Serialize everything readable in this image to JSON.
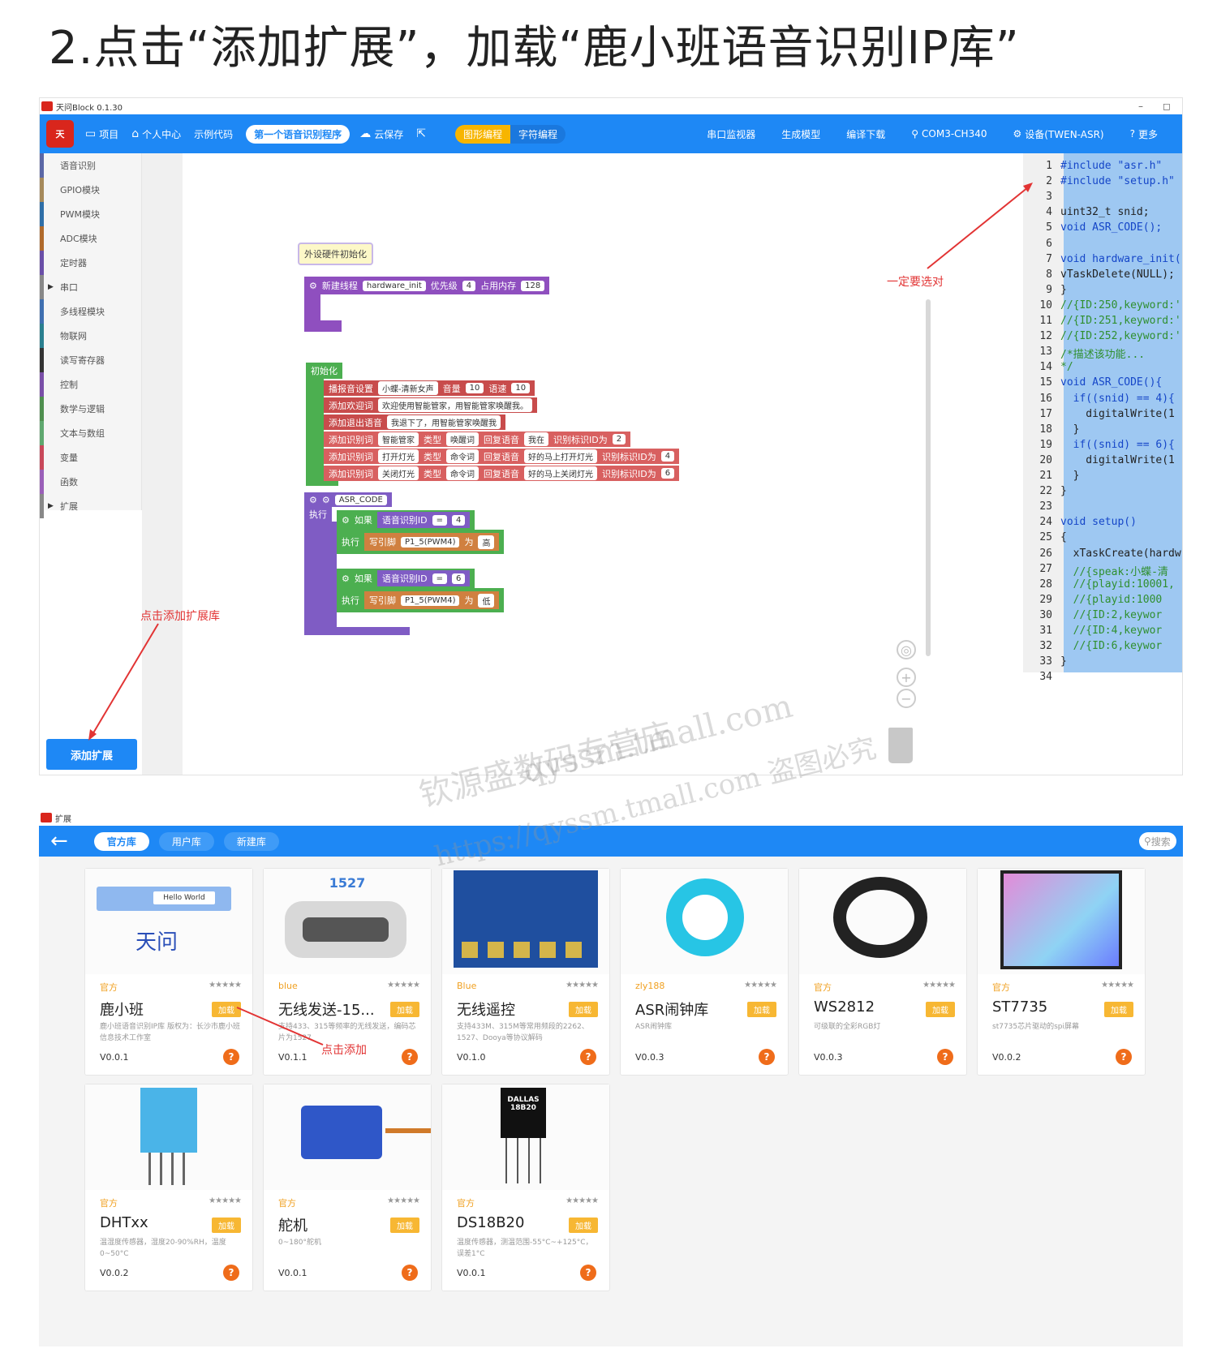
{
  "heading": "2.点击“添加扩展”，加载“鹿小班语音识别IP库”",
  "ide": {
    "window_title": "天问Block 0.1.30",
    "toolbar": {
      "items": [
        "项目",
        "个人中心",
        "示例代码"
      ],
      "project_name": "第一个语音识别程序",
      "save": "云保存",
      "mode_graphic": "图形编程",
      "mode_text": "字符编程",
      "right_items": [
        "串口监视器",
        "生成模型",
        "编译下载",
        "COM3-CH340",
        "设备(TWEN-ASR)",
        "更多"
      ]
    },
    "categories": [
      {
        "label": "语音识别",
        "color": "#5b67a6",
        "arrow": ""
      },
      {
        "label": "GPIO模块",
        "color": "#a68a5b",
        "arrow": ""
      },
      {
        "label": "PWM模块",
        "color": "#2f6fa8",
        "arrow": ""
      },
      {
        "label": "ADC模块",
        "color": "#b06a2c",
        "arrow": ""
      },
      {
        "label": "定时器",
        "color": "#6a4fa8",
        "arrow": ""
      },
      {
        "label": "串口",
        "color": "#888888",
        "arrow": "▶"
      },
      {
        "label": "多线程模块",
        "color": "#3f6fb0",
        "arrow": ""
      },
      {
        "label": "物联网",
        "color": "#2a7f8f",
        "arrow": ""
      },
      {
        "label": "读写寄存器",
        "color": "#333333",
        "arrow": ""
      },
      {
        "label": "控制",
        "color": "#7a4fa8",
        "arrow": ""
      },
      {
        "label": "数学与逻辑",
        "color": "#4f8f4f",
        "arrow": ""
      },
      {
        "label": "文本与数组",
        "color": "#5fa86f",
        "arrow": ""
      },
      {
        "label": "变量",
        "color": "#c8485a",
        "arrow": ""
      },
      {
        "label": "函数",
        "color": "#9a5fb8",
        "arrow": ""
      },
      {
        "label": "扩展",
        "color": "#888888",
        "arrow": "▶"
      }
    ],
    "add_extension_button": "添加扩展",
    "annotation_add": "点击添加扩展库",
    "annotation_select": "一定要选对",
    "blocks": {
      "comment": "外设硬件初始化",
      "thread": {
        "label": "新建线程",
        "name": "hardware_init",
        "priority_label": "优先级",
        "priority": "4",
        "memory_label": "占用内存",
        "memory": "128"
      },
      "init_label": "初始化",
      "broadcast": {
        "label": "播报音设置",
        "voice": "小蝶-清新女声",
        "volume_label": "音量",
        "volume": "10",
        "speed_label": "语速",
        "speed": "10"
      },
      "welcome": {
        "label": "添加欢迎词",
        "text": "欢迎使用智能管家，用智能管家唤醒我。"
      },
      "exit": {
        "label": "添加退出语音",
        "text": "我退下了，用智能管家唤醒我"
      },
      "words": [
        {
          "label": "添加识别词",
          "word": "智能管家",
          "type_label": "类型",
          "type": "唤醒词",
          "reply_label": "回复语音",
          "reply": "我在",
          "id_label": "识别标识ID为",
          "id": "2"
        },
        {
          "label": "添加识别词",
          "word": "打开灯光",
          "type_label": "类型",
          "type": "命令词",
          "reply_label": "回复语音",
          "reply": "好的马上打开灯光",
          "id_label": "识别标识ID为",
          "id": "4"
        },
        {
          "label": "添加识别词",
          "word": "关闭灯光",
          "type_label": "类型",
          "type": "命令词",
          "reply_label": "回复语音",
          "reply": "好的马上关闭灯光",
          "id_label": "识别标识ID为",
          "id": "6"
        }
      ],
      "func_name": "ASR_CODE",
      "exec_label": "执行",
      "if_label": "如果",
      "asr_id_label": "语音识别ID",
      "op": "=",
      "cond1_value": "4",
      "cond2_value": "6",
      "write_label": "写引脚",
      "pin": "P1_5(PWM4)",
      "to_label": "为",
      "high": "高",
      "low": "低"
    },
    "code_lines": [
      "#include \"asr.h\"",
      "#include \"setup.h\"",
      "",
      "uint32_t snid;",
      "void ASR_CODE();",
      "",
      "void hardware_init(",
      "vTaskDelete(NULL);",
      "}",
      "//{ID:250,keyword:'",
      "//{ID:251,keyword:'",
      "//{ID:252,keyword:'",
      "/*描述该功能...",
      "*/",
      "void ASR_CODE(){",
      "  if((snid) == 4){",
      "    digitalWrite(1",
      "  }",
      "  if((snid) == 6){",
      "    digitalWrite(1",
      "  }",
      "}",
      "",
      "void setup()",
      "{",
      "  xTaskCreate(hardw",
      "  //{speak:小蝶-清",
      "  //{playid:10001,",
      "  //{playid:1000",
      "  //{ID:2,keywor",
      "  //{ID:4,keywor",
      "  //{ID:6,keywor",
      "}",
      ""
    ]
  },
  "ext": {
    "window_title": "扩展",
    "tabs": [
      "官方库",
      "用户库",
      "新建库"
    ],
    "search_placeholder": "搜索",
    "annotation_click": "点击添加",
    "cards": [
      {
        "author": "官方",
        "name": "鹿小班",
        "load": "加载",
        "desc": "鹿小班语音识别IP库 版权为：长沙市鹿小班信息技术工作室",
        "version": "V0.0.1",
        "stars": "★★★★★",
        "img": "block",
        "img_label": "Hello World"
      },
      {
        "author": "blue",
        "name": "无线发送-15...",
        "load": "加载",
        "desc": "支持433、315等频率的无线发送，编码芯片为1527",
        "version": "V0.1.1",
        "stars": "★★★★★",
        "img": "remote",
        "img_label": "1527"
      },
      {
        "author": "Blue",
        "name": "无线遥控",
        "load": "加载",
        "desc": "支持433M、315M等常用频段的2262、1527、Dooya等协议解码",
        "version": "V0.1.0",
        "stars": "★★★★★",
        "img": "board",
        "img_label": ""
      },
      {
        "author": "zly188",
        "name": "ASR闹钟库",
        "load": "加载",
        "desc": "ASR闹钟库",
        "version": "V0.0.3",
        "stars": "★★★★★",
        "img": "clock",
        "img_label": ""
      },
      {
        "author": "官方",
        "name": "WS2812",
        "load": "加载",
        "desc": "可级联的全彩RGB灯",
        "version": "V0.0.3",
        "stars": "★★★★★",
        "img": "ring",
        "img_label": ""
      },
      {
        "author": "官方",
        "name": "ST7735",
        "load": "加载",
        "desc": "st7735芯片驱动的spi屏幕",
        "version": "V0.0.2",
        "stars": "★★★★★",
        "img": "screen",
        "img_label": ""
      },
      {
        "author": "官方",
        "name": "DHTxx",
        "load": "加载",
        "desc": "温湿度传感器，湿度20-90%RH，温度0~50°C",
        "version": "V0.0.2",
        "stars": "★★★★★",
        "img": "dht",
        "img_label": ""
      },
      {
        "author": "官方",
        "name": "舵机",
        "load": "加载",
        "desc": "0~180°舵机",
        "version": "V0.0.1",
        "stars": "★★★★★",
        "img": "servo",
        "img_label": ""
      },
      {
        "author": "官方",
        "name": "DS18B20",
        "load": "加载",
        "desc": "温度传感器，测温范围-55°C~+125°C，误差1°C",
        "version": "V0.0.1",
        "stars": "★★★★★",
        "img": "ds18",
        "img_label": "DALLAS 18B20"
      }
    ]
  },
  "watermark": {
    "line1": "钦源盛数码专营店",
    "line2": "qyssm.tmall.com",
    "line3": "https://qyssm.tmall.com 盗图必究"
  }
}
